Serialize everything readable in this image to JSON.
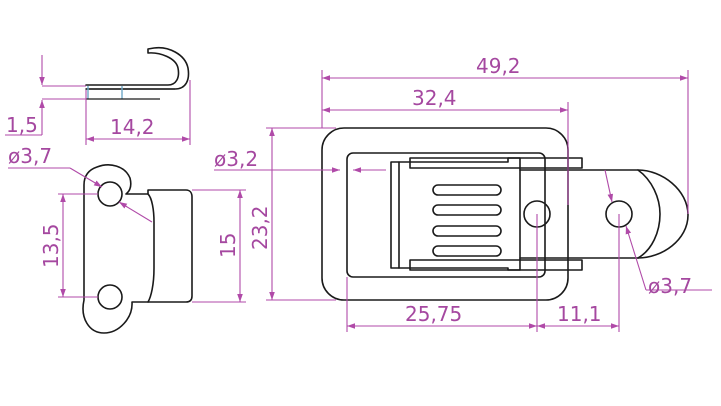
{
  "colors": {
    "outline": "#1a1a1a",
    "dimension": "#b04aa8",
    "hinge_blue": "#6fa8c8",
    "background": "#ffffff"
  },
  "dimensions": {
    "thickness": "1,5",
    "hook_width": "14,2",
    "bracket_hole_dia": "ø3,7",
    "bracket_hole_pitch": "13,5",
    "bracket_height": "15",
    "lever_hole_dia": "ø3,2",
    "total_length": "49,2",
    "base_length": "32,4",
    "base_height": "23,2",
    "hole_offset": "25,75",
    "hole_pitch": "11,1",
    "tip_hole_dia": "ø3,7"
  }
}
